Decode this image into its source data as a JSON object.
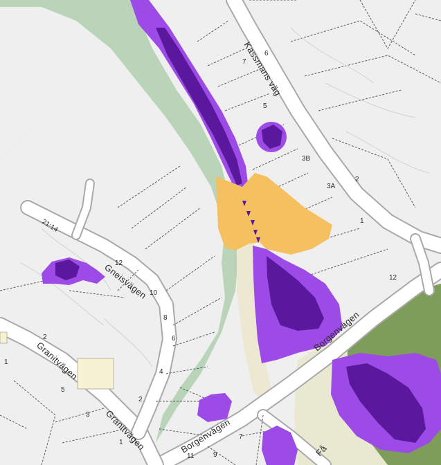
{
  "colors": {
    "background": "#efefef",
    "forest": "#b9d4b8",
    "forest_dark": "#7e9c5a",
    "road": "#ffffff",
    "road_edge": "#a9a9a9",
    "path": "#ece8d2",
    "flood_light": "#9d4be6",
    "flood_dark": "#5a189c",
    "highlight": "#f4c060",
    "boundary": "#5a5a5a"
  },
  "streets": {
    "kassmans": "Kassmans väg",
    "gneisvagen": "Gneisvägen",
    "borgenvagen_1": "Borgenvägen",
    "borgenvagen_2": "Borgenvägen",
    "granitvagen_1": "Granitvägen",
    "granitvagen_2": "Granitvägen",
    "fa_partial": "Få"
  },
  "house_numbers": {
    "n6_top": "6",
    "n7": "7",
    "n5": "5",
    "n3b": "3B",
    "n3a": "3A",
    "n1_right": "1",
    "n2_right": "2",
    "n12_right": "12",
    "n21_14": "21:14",
    "n12_left": "12",
    "n10": "10",
    "n8": "8",
    "n6_left": "6",
    "n4": "4",
    "n2_left": "2",
    "n2_granit": "2",
    "n1_granit": "1",
    "n5_granit": "5",
    "n3_granit": "3",
    "n1_bottom": "1",
    "n11": "11",
    "n9": "9",
    "n7_bottom": "7"
  }
}
